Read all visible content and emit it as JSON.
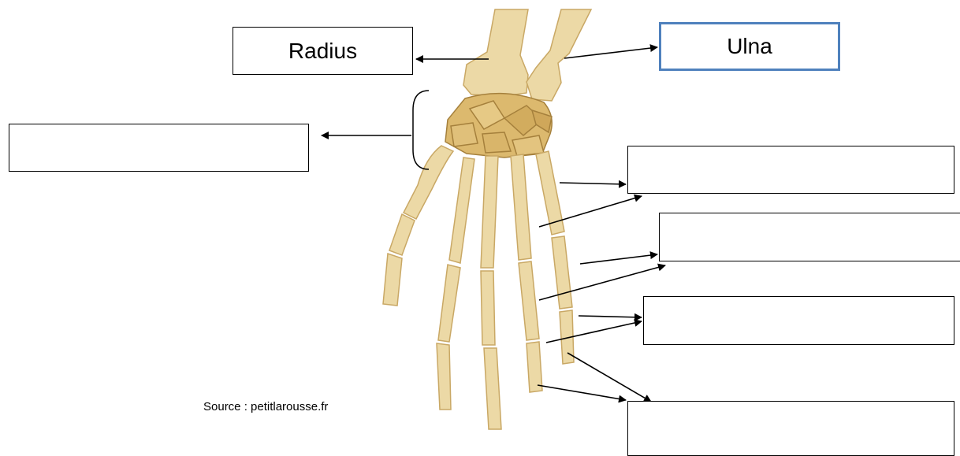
{
  "labels": {
    "radius": "Radius",
    "ulna": "Ulna",
    "carpals": "",
    "box_1": "",
    "box_2": "",
    "box_3": "",
    "box_4": ""
  },
  "source": "Source : petitlarousse.fr",
  "colors": {
    "bone_fill": "#ecd9a6",
    "bone_shade": "#c9a865",
    "carpal_fill": "#dcb96e",
    "highlight_border": "#4f81bd",
    "box_border": "#000000"
  }
}
